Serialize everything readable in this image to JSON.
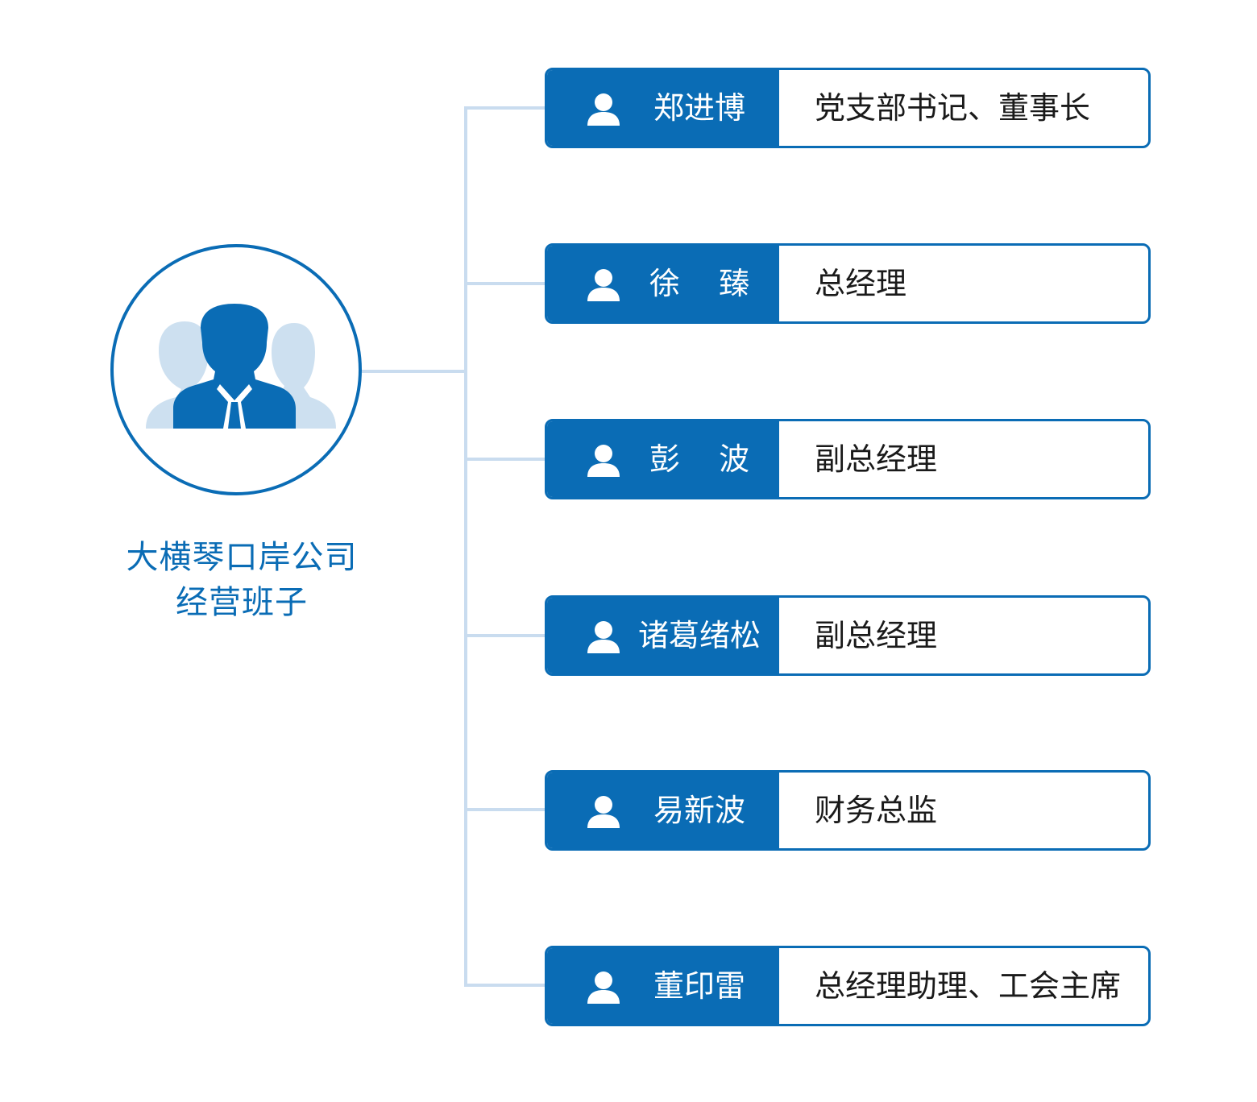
{
  "colors": {
    "primary": "#0a6cb5",
    "connector": "#c9dcef",
    "silhouette_light": "#cde0f0",
    "role_text": "#1a1a1a"
  },
  "group": {
    "title_line1": "大横琴口岸公司",
    "title_line2": "经营班子",
    "icon": "group-people-icon"
  },
  "members": [
    {
      "name": "郑进博",
      "role": "党支部书记、董事长",
      "icon": "person-icon"
    },
    {
      "name": "徐    臻",
      "role": "总经理",
      "icon": "person-icon"
    },
    {
      "name": "彭    波",
      "role": "副总经理",
      "icon": "person-icon"
    },
    {
      "name": "诸葛绪松",
      "role": "副总经理",
      "icon": "person-icon"
    },
    {
      "name": "易新波",
      "role": "财务总监",
      "icon": "person-icon"
    },
    {
      "name": "董印雷",
      "role": "总经理助理、工会主席",
      "icon": "person-icon"
    }
  ]
}
